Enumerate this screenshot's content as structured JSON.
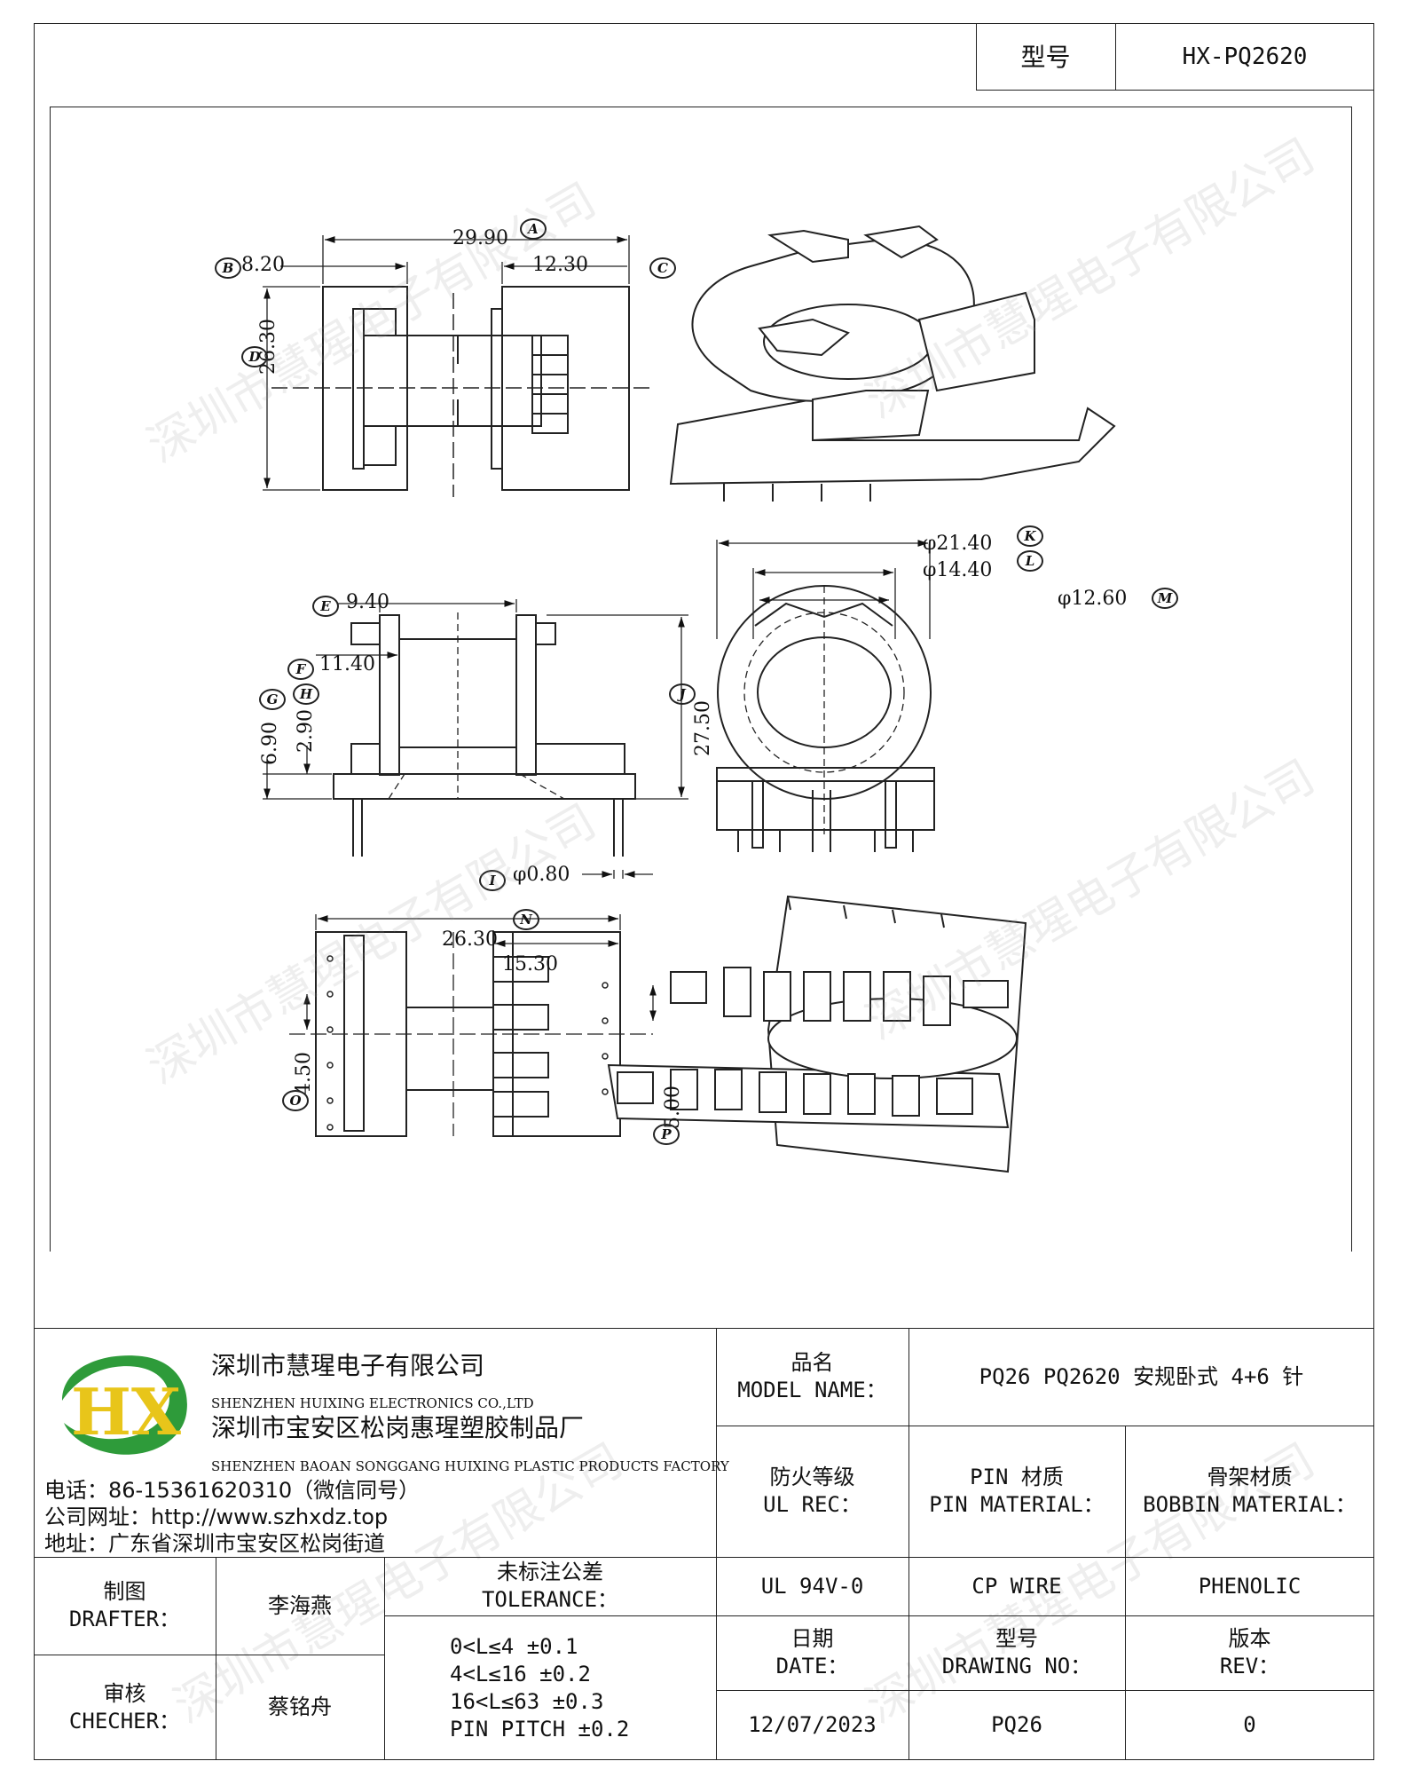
{
  "header": {
    "model_label": "型号",
    "model_value": "HX-PQ2620"
  },
  "drawing": {
    "dims": {
      "A": "29.90",
      "B": "8.20",
      "C": "12.30",
      "D": "26.30",
      "E": "9.40",
      "F": "11.40",
      "G": "6.90",
      "H": "2.90",
      "I": "φ0.80",
      "J": "27.50",
      "K": "φ21.40",
      "L": "φ14.40",
      "M": "φ12.60",
      "N": "26.30",
      "N2": "15.30",
      "O": "4.50",
      "P": "5.00"
    },
    "callouts": [
      "A",
      "B",
      "C",
      "D",
      "E",
      "F",
      "G",
      "H",
      "I",
      "J",
      "K",
      "L",
      "M",
      "N",
      "O",
      "P"
    ]
  },
  "watermark": "深圳市慧瑆电子有限公司",
  "company": {
    "name_cn": "深圳市慧瑆电子有限公司",
    "name_en": "SHENZHEN HUIXING ELECTRONICS CO.,LTD",
    "factory_cn": "深圳市宝安区松岗惠瑆塑胶制品厂",
    "factory_en": "SHENZHEN BAOAN SONGGANG HUIXING PLASTIC PRODUCTS FACTORY",
    "phone": "电话：86-15361620310（微信同号）",
    "website": "公司网址：http://www.szhxdz.top",
    "address": "地址：广东省深圳市宝安区松岗街道",
    "logo_text": "HX",
    "logo_colors": {
      "green": "#2e9b3a",
      "yellow": "#e8c51a"
    }
  },
  "title_block": {
    "model_name_label_cn": "品名",
    "model_name_label_en": "MODEL NAME：",
    "model_name_value": "PQ26 PQ2620 安规卧式 4+6 针",
    "ul_label_cn": "防火等级",
    "ul_label_en": "UL REC：",
    "pin_label_cn": "PIN 材质",
    "pin_label_en": "PIN MATERIAL：",
    "bobbin_label_cn": "骨架材质",
    "bobbin_label_en": "BOBBIN MATERIAL：",
    "ul_value": "UL 94V-0",
    "pin_value": "CP WIRE",
    "bobbin_value": "PHENOLIC",
    "drafter_label_cn": "制图",
    "drafter_label_en": "DRAFTER：",
    "drafter_name": "李海燕",
    "checker_label_cn": "审核",
    "checker_label_en": "CHECHER：",
    "checker_name": "蔡铭舟",
    "tolerance_label_cn": "未标注公差",
    "tolerance_label_en": "TOLERANCE：",
    "tolerance_lines": [
      "0<L≤4  ±0.1",
      "4<L≤16 ±0.2",
      "16<L≤63 ±0.3",
      "PIN PITCH ±0.2"
    ],
    "date_label_cn": "日期",
    "date_label_en": "DATE：",
    "date_value": "12/07/2023",
    "drawing_no_label_cn": "型号",
    "drawing_no_label_en": "DRAWING NO：",
    "drawing_no_value": "PQ26",
    "rev_label_cn": "版本",
    "rev_label_en": "REV：",
    "rev_value": "0"
  }
}
